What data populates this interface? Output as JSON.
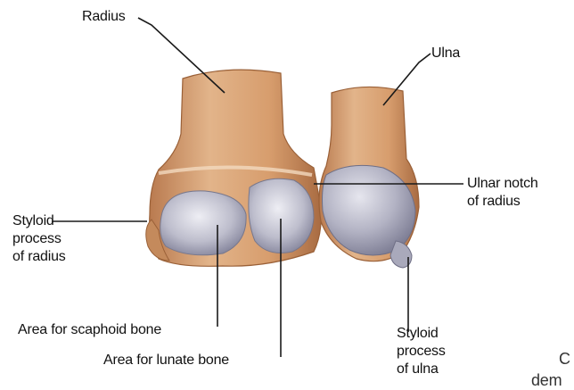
{
  "labels": {
    "radius": "Radius",
    "ulna": "Ulna",
    "ulnar_notch": [
      "Ulnar notch",
      "of radius"
    ],
    "styloid_radius": [
      "Styloid",
      "process",
      "of radius"
    ],
    "area_scaphoid": "Area for scaphoid bone",
    "area_lunate": "Area for lunate bone",
    "styloid_ulna": [
      "Styloid",
      "process",
      "of ulna"
    ],
    "cut_fragment": [
      "C",
      "dem"
    ]
  },
  "colors": {
    "bone": "#d9a578",
    "bone_dark": "#b97a4f",
    "cartilage": "#c9c9d6",
    "cartilage_dark": "#8d8da3",
    "leader_line": "#1a1a1a"
  }
}
